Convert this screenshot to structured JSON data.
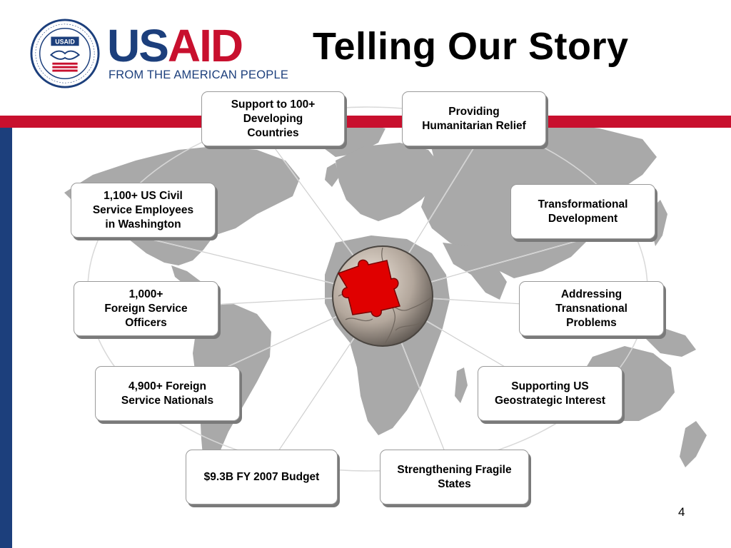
{
  "header": {
    "logo_word_us": "US",
    "logo_word_aid": "AID",
    "logo_tagline": "FROM THE AMERICAN PEOPLE",
    "logo_seal_text": "UNITED STATES AGENCY INTERNATIONAL DEVELOPMENT",
    "logo_seal_label": "USAID",
    "title": "Telling Our Story"
  },
  "colors": {
    "brand_blue": "#1c3f7c",
    "brand_red": "#c8102e",
    "map_gray": "#a9a9a9",
    "puzzle_red": "#e00000"
  },
  "icons": {
    "center": "puzzle-globe-icon",
    "background": "world-map",
    "seal": "handshake-seal-icon"
  },
  "boxes": [
    {
      "id": "support-countries",
      "text": "Support to 100+\nDeveloping\nCountries"
    },
    {
      "id": "humanitarian-relief",
      "text": "Providing\nHumanitarian Relief"
    },
    {
      "id": "transformational-development",
      "text": "Transformational\nDevelopment"
    },
    {
      "id": "transnational-problems",
      "text": "Addressing\nTransnational\nProblems"
    },
    {
      "id": "geostrategic-interest",
      "text": "Supporting US\nGeostrategic Interest"
    },
    {
      "id": "fragile-states",
      "text": "Strengthening Fragile\nStates"
    },
    {
      "id": "budget",
      "text": "$9.3B FY 2007 Budget"
    },
    {
      "id": "foreign-service-nationals",
      "text": "4,900+ Foreign\nService Nationals"
    },
    {
      "id": "foreign-service-officers",
      "text": "1,000+\nForeign Service\nOfficers"
    },
    {
      "id": "civil-service-employees",
      "text": "1,100+ US Civil\nService Employees\nin Washington"
    }
  ],
  "page_number": "4"
}
